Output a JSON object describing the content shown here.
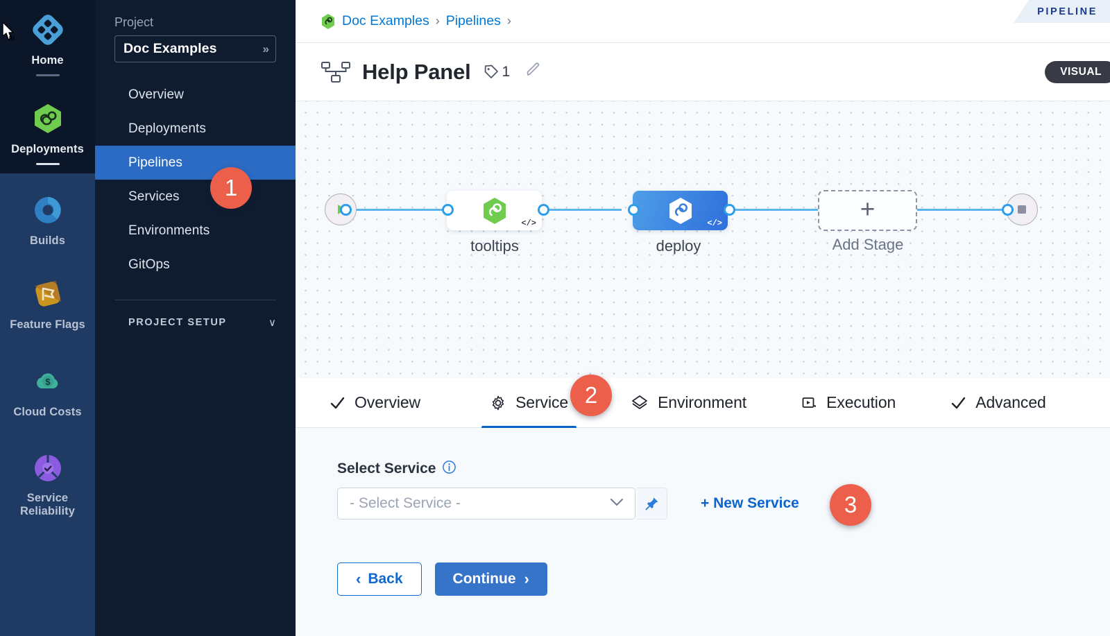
{
  "rail": {
    "items": [
      {
        "label": "Home",
        "icon": "home-diamond-icon",
        "active": true,
        "underline": "dim"
      },
      {
        "label": "Deployments",
        "icon": "deployments-hexagon-icon",
        "active": true,
        "underline": "bright"
      },
      {
        "label": "Builds",
        "icon": "builds-circle-icon",
        "active": false
      },
      {
        "label": "Feature Flags",
        "icon": "feature-flags-icon",
        "active": false
      },
      {
        "label": "Cloud Costs",
        "icon": "cloud-costs-icon",
        "active": false
      },
      {
        "label": "Service Reliability",
        "icon": "service-reliability-icon",
        "active": false
      }
    ]
  },
  "sidebar": {
    "section_label": "Project",
    "project_name": "Doc Examples",
    "project_chevron": "»",
    "items": [
      {
        "label": "Overview",
        "active": false
      },
      {
        "label": "Deployments",
        "active": false
      },
      {
        "label": "Pipelines",
        "active": true
      },
      {
        "label": "Services",
        "active": false
      },
      {
        "label": "Environments",
        "active": false
      },
      {
        "label": "GitOps",
        "active": false
      }
    ],
    "setup_label": "PROJECT SETUP",
    "setup_chevron": "∨"
  },
  "breadcrumb": {
    "items": [
      "Doc Examples",
      "Pipelines"
    ],
    "separator": "›",
    "trailing_separator": "›"
  },
  "ribbon": {
    "label": "PIPELINE"
  },
  "header": {
    "title": "Help Panel",
    "tag_count": "1",
    "edit_icon": "pencil-icon",
    "pipeline_icon": "pipeline-nodes-icon",
    "mode_badge": "VISUAL"
  },
  "canvas": {
    "start_node": "play-icon",
    "end_node": "stop-icon",
    "stages": [
      {
        "name": "tooltips",
        "style": "white",
        "icon": "harness-hexagon-green-icon",
        "code_badge": "</>"
      },
      {
        "name": "deploy",
        "style": "blue",
        "icon": "harness-hexagon-white-icon",
        "code_badge": "</>"
      }
    ],
    "add_stage": {
      "label": "Add Stage",
      "plus": "+"
    }
  },
  "tabs": [
    {
      "label": "Overview",
      "icon": "check-icon",
      "active": false
    },
    {
      "label": "Service",
      "icon": "gear-icon",
      "active": true
    },
    {
      "label": "Environment",
      "icon": "layers-icon",
      "active": false
    },
    {
      "label": "Execution",
      "icon": "play-box-icon",
      "active": false
    },
    {
      "label": "Advanced",
      "icon": "check-icon",
      "active": false
    }
  ],
  "form": {
    "select_service_label": "Select Service",
    "info_icon": "info-icon",
    "select_value": "- Select Service -",
    "select_chevron": "∨",
    "pin_icon": "pin-icon",
    "new_service_label": "+ New Service",
    "back_label": "Back",
    "back_chevron": "‹",
    "continue_label": "Continue",
    "continue_chevron": "›"
  },
  "callouts": [
    {
      "number": "1"
    },
    {
      "number": "2"
    },
    {
      "number": "3"
    }
  ],
  "colors": {
    "accent_blue": "#2b6bc4",
    "callout_red": "#eb5f4b",
    "link_blue": "#0278d5",
    "rail_dark": "#0b1628",
    "rail_blue": "#1f3a63",
    "sidebar_bg": "#0f1c30",
    "wire_blue": "#5cb4f0",
    "canvas_bg": "#f6fafd"
  }
}
